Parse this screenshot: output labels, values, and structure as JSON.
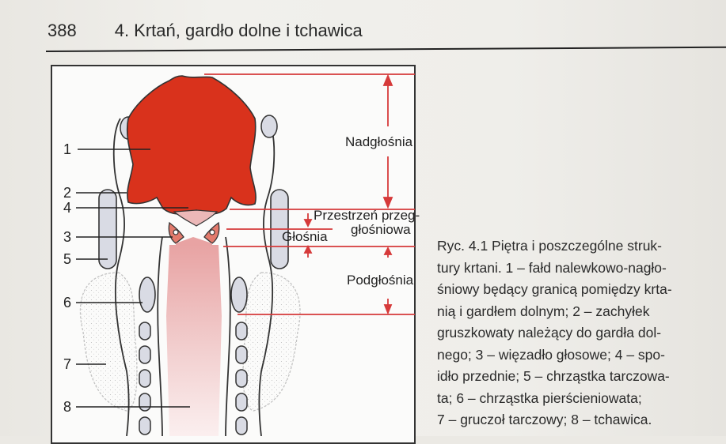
{
  "header": {
    "page_number": "388",
    "chapter_title": "4. Krtań, gardło dolne i tchawica"
  },
  "figure": {
    "numbers": [
      "1",
      "2",
      "4",
      "3",
      "5",
      "6",
      "7",
      "8"
    ],
    "zones": {
      "supraglottis": "Nadgłośnia",
      "ventricle_line1": "Przestrzeń przeg-",
      "ventricle_line2": "głośniowa",
      "glottis": "Głośnia",
      "subglottis": "Podgłośnia"
    },
    "colors": {
      "structure_red": "#d9321c",
      "line_red": "#d63a3a",
      "pink": "#ecb8b8",
      "cartilage": "#d9dbe4"
    }
  },
  "caption": {
    "lines": [
      "Ryc. 4.1 Piętra i poszczególne struk-",
      "tury krtani. 1 – fałd nalewkowo-nagło-",
      "śniowy będący granicą pomiędzy krta-",
      "nią i gardłem dolnym; 2 – zachyłek",
      "gruszkowaty należący do gardła dol-",
      "nego; 3 – więzadło głosowe; 4 – spo-",
      "idło przednie; 5 – chrząstka tarczowa-",
      "ta; 6 – chrząstka pierścieniowata;",
      "7 – gruczoł tarczowy; 8 – tchawica."
    ]
  }
}
